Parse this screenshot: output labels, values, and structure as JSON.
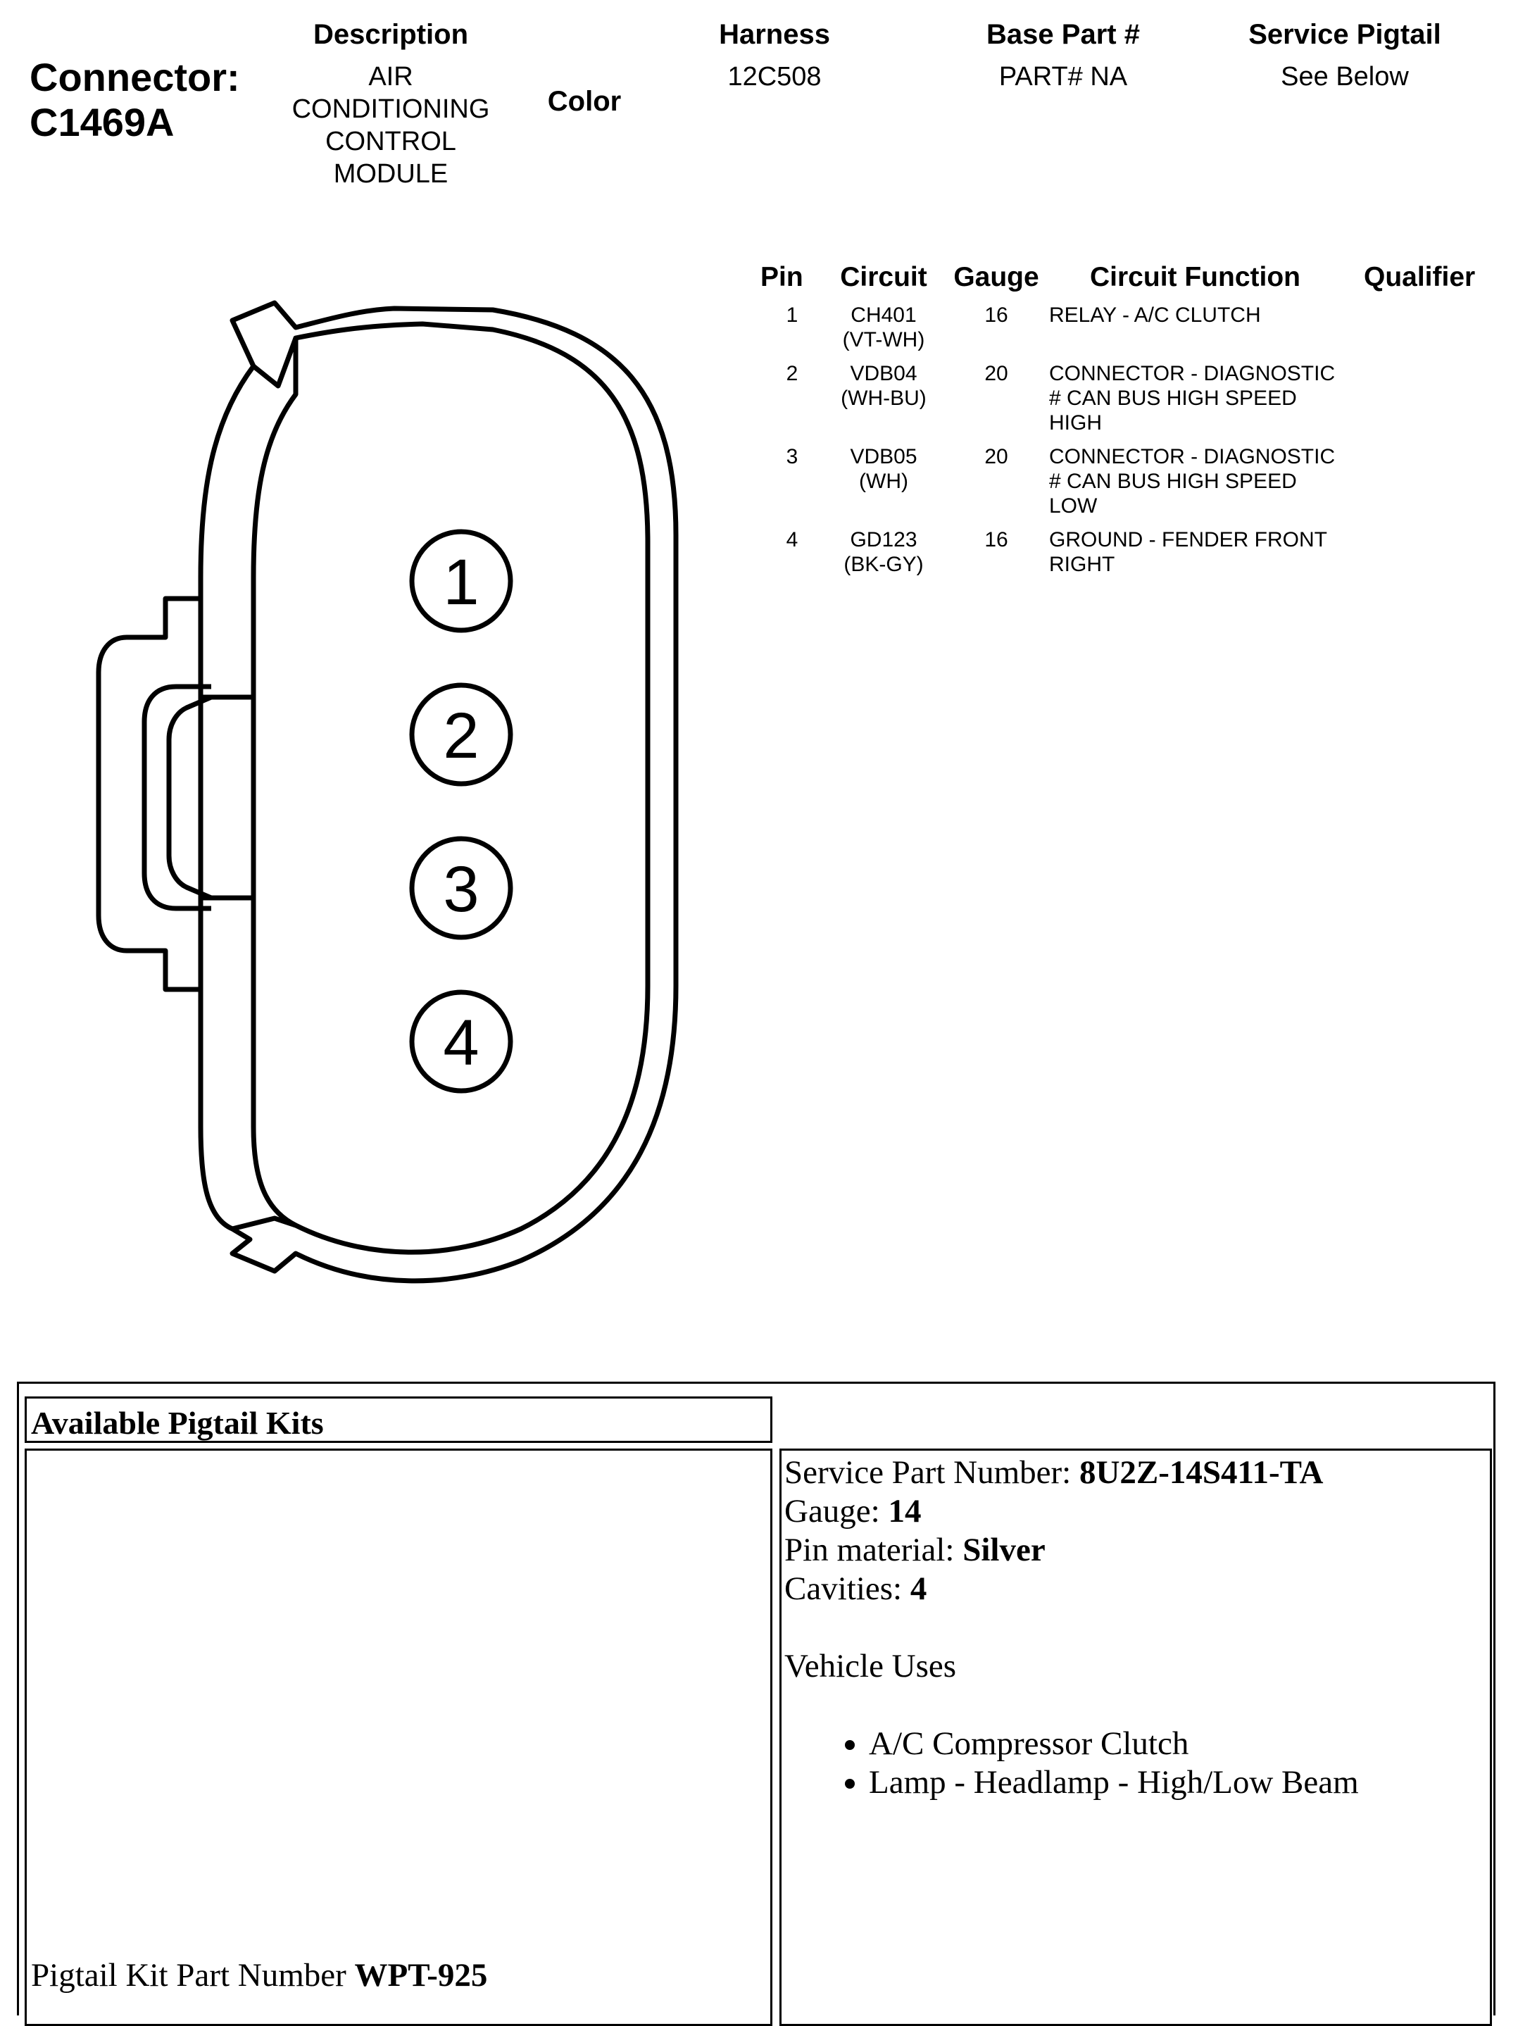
{
  "header": {
    "connector_label": "Connector:",
    "connector_id": "C1469A",
    "description_label": "Description",
    "description_lines": [
      "AIR",
      "CONDITIONING",
      "CONTROL",
      "MODULE"
    ],
    "color_label": "Color",
    "harness_label": "Harness",
    "harness_value": "12C508",
    "base_part_label": "Base Part #",
    "base_part_value": "PART# NA",
    "service_pigtail_label": "Service Pigtail",
    "service_pigtail_value": "See Below"
  },
  "pin_table": {
    "columns": [
      "Pin",
      "Circuit",
      "Gauge",
      "Circuit Function",
      "Qualifier"
    ],
    "rows": [
      {
        "pin": "1",
        "circuit": "CH401",
        "color": "(VT-WH)",
        "gauge": "16",
        "function": [
          "RELAY - A/C CLUTCH"
        ]
      },
      {
        "pin": "2",
        "circuit": "VDB04",
        "color": "(WH-BU)",
        "gauge": "20",
        "function": [
          "CONNECTOR - DIAGNOSTIC",
          "# CAN BUS HIGH SPEED",
          "HIGH"
        ]
      },
      {
        "pin": "3",
        "circuit": "VDB05",
        "color": "(WH)",
        "gauge": "20",
        "function": [
          "CONNECTOR - DIAGNOSTIC",
          "# CAN BUS HIGH SPEED",
          "LOW"
        ]
      },
      {
        "pin": "4",
        "circuit": "GD123",
        "color": "(BK-GY)",
        "gauge": "16",
        "function": [
          "GROUND - FENDER FRONT",
          "RIGHT"
        ]
      }
    ]
  },
  "diagram": {
    "pin_labels": [
      "1",
      "2",
      "3",
      "4"
    ]
  },
  "pigtail": {
    "title": "Available Pigtail Kits",
    "kit_part_label": "Pigtail Kit Part Number ",
    "kit_part_value": "WPT-925",
    "service_part_label": "Service Part Number: ",
    "service_part_value": "8U2Z-14S411-TA",
    "gauge_label": "Gauge: ",
    "gauge_value": "14",
    "pin_material_label": "Pin material: ",
    "pin_material_value": "Silver",
    "cavities_label": "Cavities: ",
    "cavities_value": "4",
    "vehicle_uses_label": "Vehicle Uses",
    "vehicle_uses": [
      "A/C Compressor Clutch",
      "Lamp - Headlamp - High/Low Beam"
    ]
  }
}
